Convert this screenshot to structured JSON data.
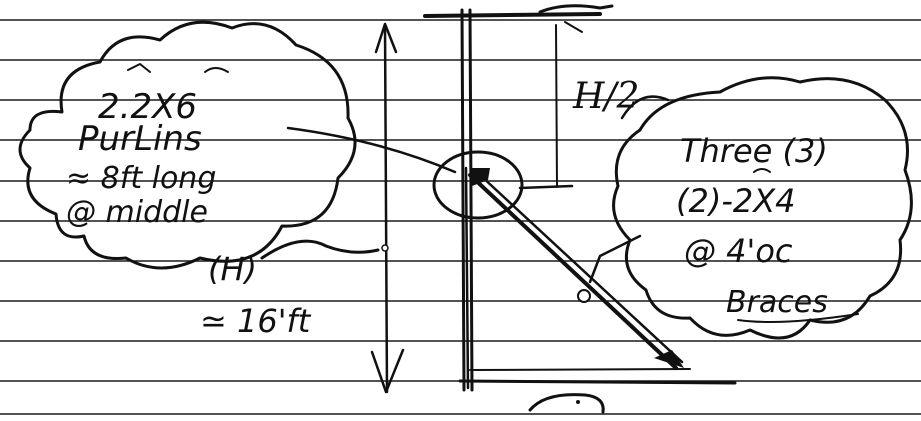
{
  "labels": {
    "purlins_line1": "2.2X6",
    "purlins_line2": "PurLins",
    "purlins_line3": "≈ 8ft long",
    "purlins_line4": "@ middle",
    "height_symbol": "(H)",
    "height_value": "≃ 16'ft",
    "half_height": "H/2",
    "braces_line1": "Three (3)",
    "braces_line2": "(2)-2X4",
    "braces_line3": "@ 4'oc",
    "braces_line4": "Braces"
  },
  "colors": {
    "ink": "#111111",
    "paper": "#ffffff",
    "rule_line": "#1a1a1a"
  }
}
